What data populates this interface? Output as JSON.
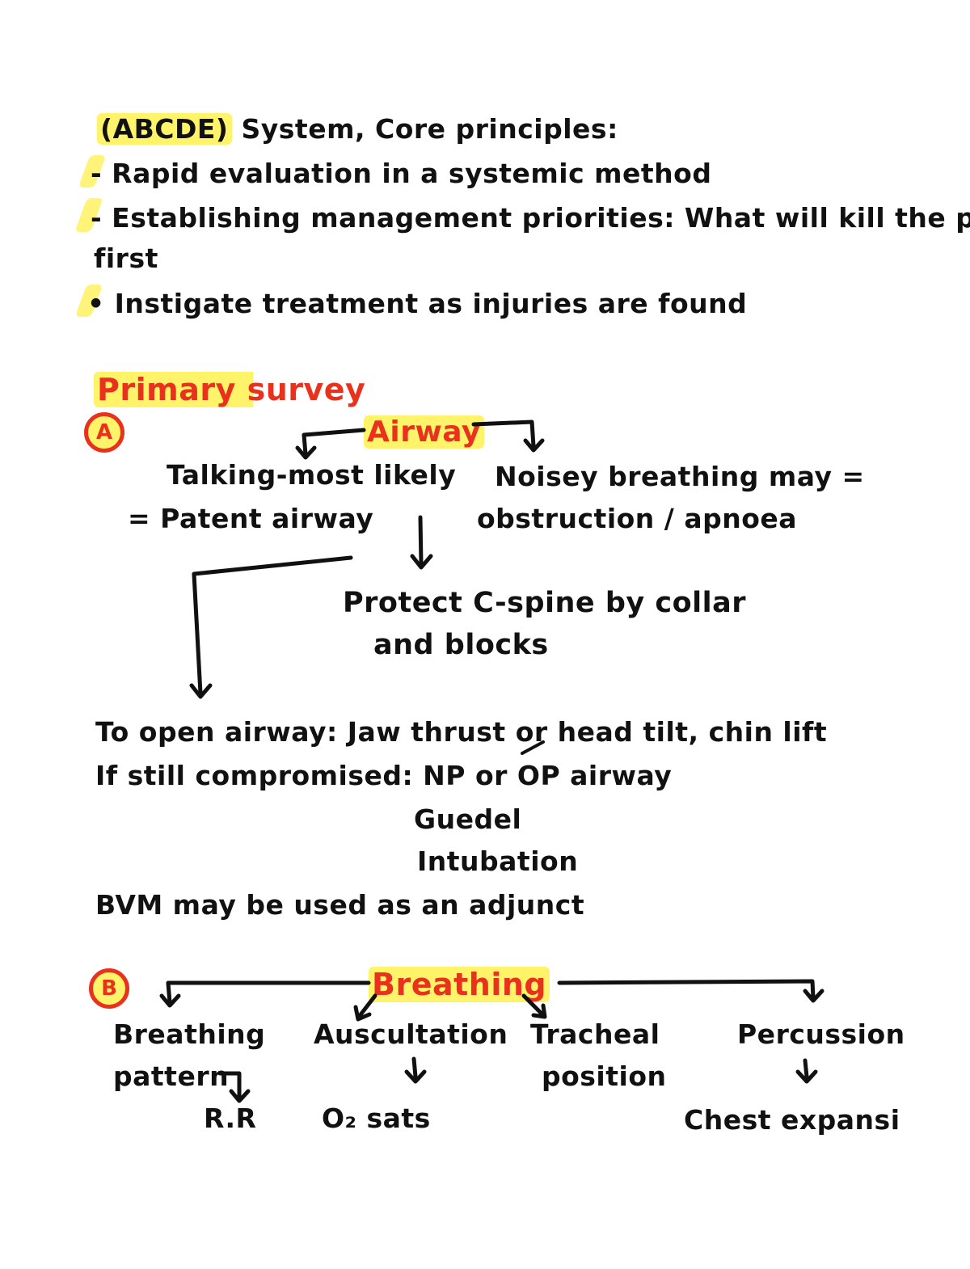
{
  "intro": {
    "heading_tag": "(ABCDE)",
    "heading_rest": "System, Core principles:",
    "bullets": [
      "- Rapid evaluation in a  systemic method",
      "- Establishing management priorities: What will kill the pt",
      "first",
      "• Instigate treatment as injuries are found"
    ]
  },
  "primary_survey": {
    "title": "Primary survey",
    "airway": {
      "badge": "A",
      "label": "Airway",
      "left_branch": [
        "Talking-most likely",
        "= Patent airway"
      ],
      "right_branch": [
        "Noisey breathing may =",
        "obstruction / apnoea"
      ],
      "cspine": [
        "Protect C-spine by collar",
        "and blocks"
      ],
      "open_airway": "To open airway: Jaw thrust or head tilt, chin lift",
      "compromised": "If still compromised: NP or OP airway",
      "options": [
        "Guedel",
        "Intubation"
      ],
      "bvm": "BVM may be used as an adjunct"
    },
    "breathing": {
      "badge": "B",
      "label": "Breathing",
      "branches": [
        "Breathing",
        "pattern",
        "R.R",
        "Auscultation",
        "O₂ sats",
        "Tracheal",
        "position",
        "Percussion",
        "Chest expansi"
      ]
    }
  },
  "colors": {
    "ink": "#111111",
    "accent_red": "#e8321e",
    "highlight_yellow": "#fff36a"
  }
}
